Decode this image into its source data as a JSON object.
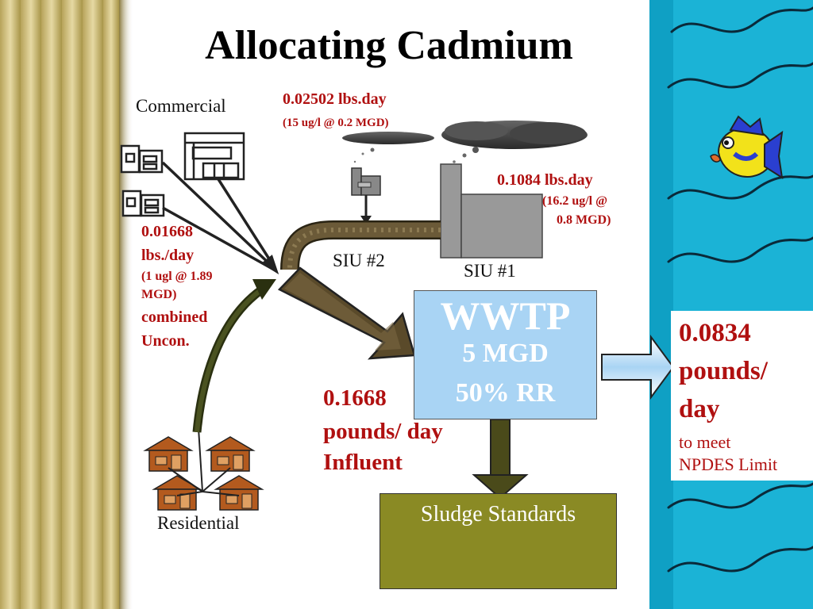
{
  "slide": {
    "title": "Allocating Cadmium",
    "colors": {
      "accent_red": "#b01010",
      "wwtp_fill": "#a9d4f4",
      "sludge_fill": "#8a8a24",
      "pipe_fill": "#5a4a2a",
      "right_panel": "#1bb3d6",
      "left_border": "#c8b878"
    }
  },
  "sources": {
    "commercial_label": "Commercial",
    "commercial_load": [
      "0.01668",
      "lbs./day",
      "(1 ugl @ 1.89",
      "MGD)",
      "combined",
      "Uncon."
    ],
    "residential_label": "Residential",
    "siu2_label": "SIU #2",
    "siu2_load": "0.02502 lbs.day",
    "siu2_detail": "(15 ug/l @ 0.2 MGD)",
    "siu1_label": "SIU #1",
    "siu1_load": "0.1084 lbs.day",
    "siu1_detail_1": "(16.2 ug/l @",
    "siu1_detail_2": "0.8 MGD)"
  },
  "influent": [
    "0.1668",
    "pounds/ day",
    "Influent"
  ],
  "wwtp": {
    "name": "WWTP",
    "flow": "5 MGD",
    "removal": "50% RR"
  },
  "sludge": {
    "label": "Sludge Standards"
  },
  "effluent": {
    "value": "0.0834",
    "unit_1": "pounds/",
    "unit_2": "day",
    "note_1": "to meet",
    "note_2": "NPDES Limit"
  }
}
